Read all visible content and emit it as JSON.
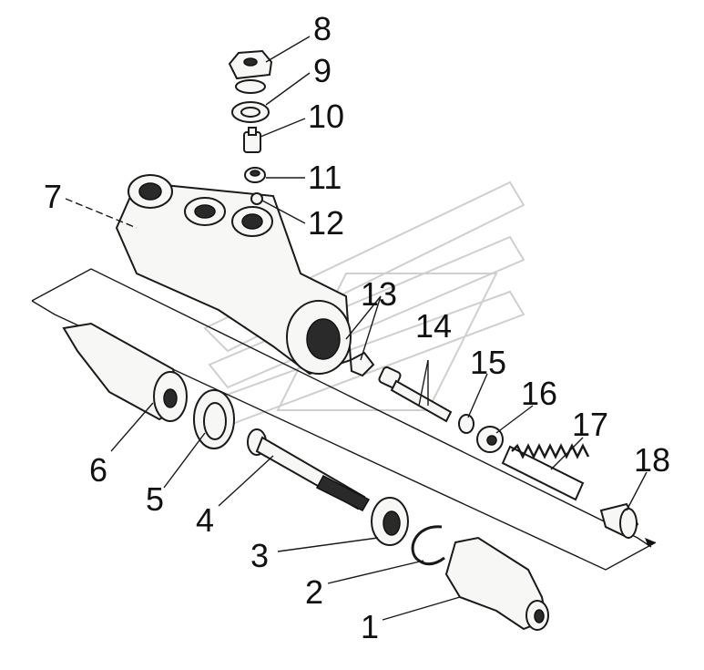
{
  "diagram": {
    "labels": {
      "p1": "1",
      "p2": "2",
      "p3": "3",
      "p4": "4",
      "p5": "5",
      "p6": "6",
      "p7": "7",
      "p8": "8",
      "p9": "9",
      "p10": "10",
      "p11": "11",
      "p12": "12",
      "p13": "13",
      "p14": "14",
      "p15": "15",
      "p16": "16",
      "p17": "17",
      "p18": "18"
    }
  }
}
